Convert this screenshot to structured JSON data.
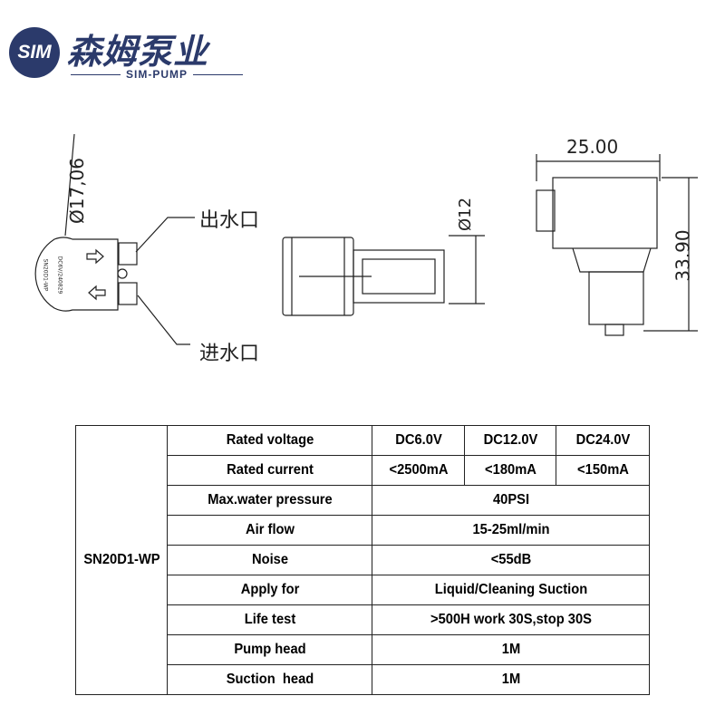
{
  "logo": {
    "mark": "SIM",
    "chinese": "森姆泵业",
    "english": "SIM-PUMP",
    "color": "#2b3a6b"
  },
  "drawing": {
    "diameter_outer": "Ø17,06",
    "outlet_label": "出水口",
    "inlet_label": "进水口",
    "pump_marking_model": "SN20D1-WP",
    "pump_marking_code": "DC6V/240829",
    "diameter_body": "Ø12",
    "width": "25.00",
    "height": "33.90"
  },
  "table": {
    "model": "SN20D1-WP",
    "rows": [
      {
        "label": "Rated voltage",
        "values": [
          "DC6.0V",
          "DC12.0V",
          "DC24.0V"
        ]
      },
      {
        "label": "Rated current",
        "values": [
          "<2500mA",
          "<180mA",
          "<150mA"
        ]
      },
      {
        "label": "Max.water pressure",
        "value": "40PSI"
      },
      {
        "label": "Air flow",
        "value": "15-25ml/min"
      },
      {
        "label": "Noise",
        "value": "<55dB"
      },
      {
        "label": "Apply for",
        "value": "Liquid/Cleaning Suction"
      },
      {
        "label": "Life test",
        "value": ">500H work 30S,stop 30S"
      },
      {
        "label": "Pump head",
        "value": "1M"
      },
      {
        "label": "Suction  head",
        "value": "1M"
      }
    ]
  }
}
